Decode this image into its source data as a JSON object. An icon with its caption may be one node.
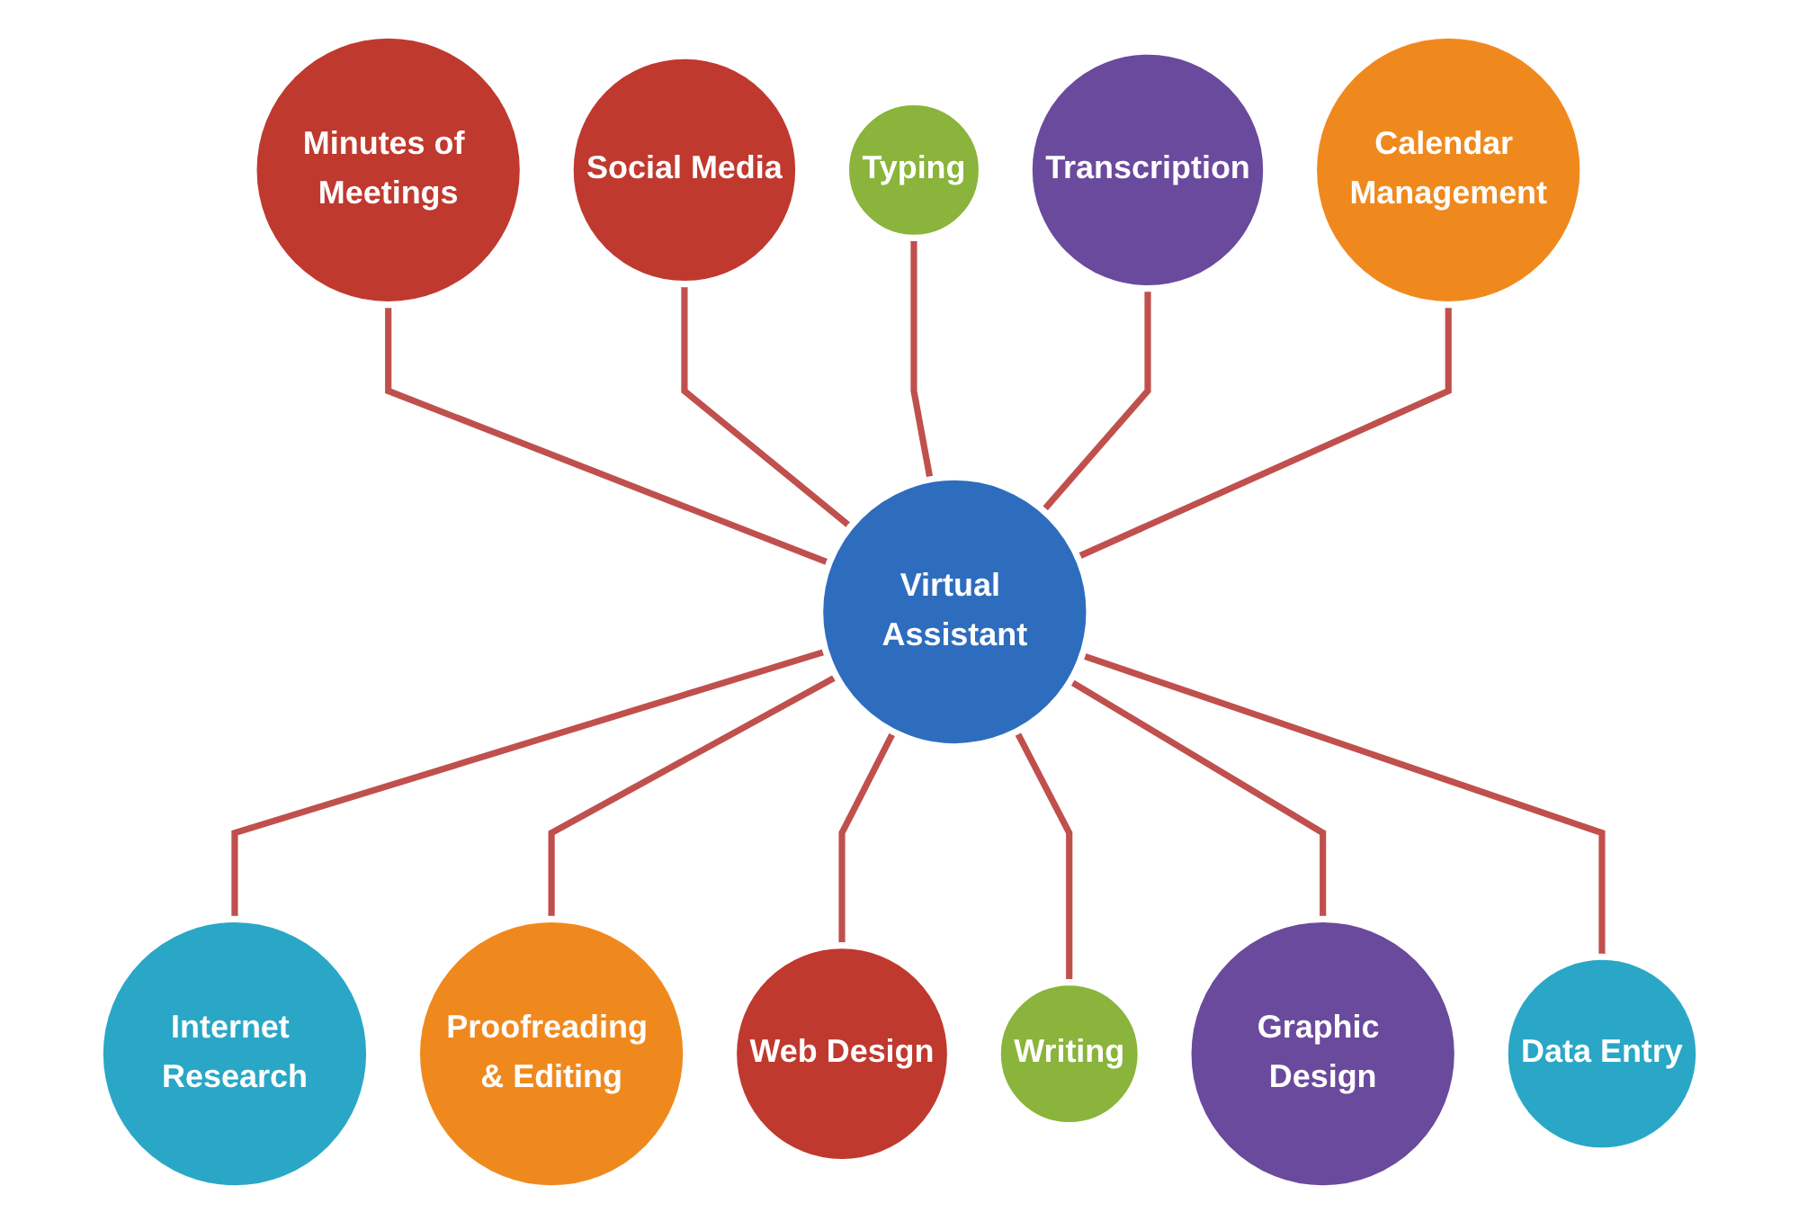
{
  "diagram": {
    "nodes": [
      {
        "text": [
          "Virtual Assistant"
        ]
      },
      {
        "text": [
          "Social Media"
        ]
      },
      {
        "text": [
          "Typing"
        ]
      },
      {
        "text": [
          "Transcription"
        ]
      },
      {
        "text": [
          "Internet Research"
        ]
      },
      {
        "text": [
          "Proofreading & Editing"
        ]
      },
      {
        "text": [
          "Web Design"
        ]
      },
      {
        "text": [
          "Writing"
        ]
      },
      {
        "text": [
          "Graphic Design"
        ]
      },
      {
        "text": [
          "Data Entry"
        ]
      },
      {
        "text": [
          "Calendar Management"
        ]
      },
      {
        "text": [
          "Minutes of Meetings"
        ]
      }
    ],
    "edges": [
      {
        "from": 11,
        "to": 0,
        "arrow": "none"
      },
      {
        "from": 1,
        "to": 0,
        "arrow": "none"
      },
      {
        "from": 2,
        "to": 0,
        "arrow": "none"
      },
      {
        "from": 3,
        "to": 0,
        "arrow": "none"
      },
      {
        "from": 0,
        "to": 4,
        "arrow": "none"
      },
      {
        "from": 0,
        "to": 5,
        "arrow": "none"
      },
      {
        "from": 0,
        "to": 6,
        "arrow": "none"
      },
      {
        "from": 0,
        "to": 7,
        "arrow": "none"
      },
      {
        "from": 0,
        "to": 8,
        "arrow": "none"
      },
      {
        "from": 0,
        "to": 9,
        "arrow": "none"
      },
      {
        "from": 10,
        "to": 0,
        "arrow": "none"
      }
    ]
  }
}
